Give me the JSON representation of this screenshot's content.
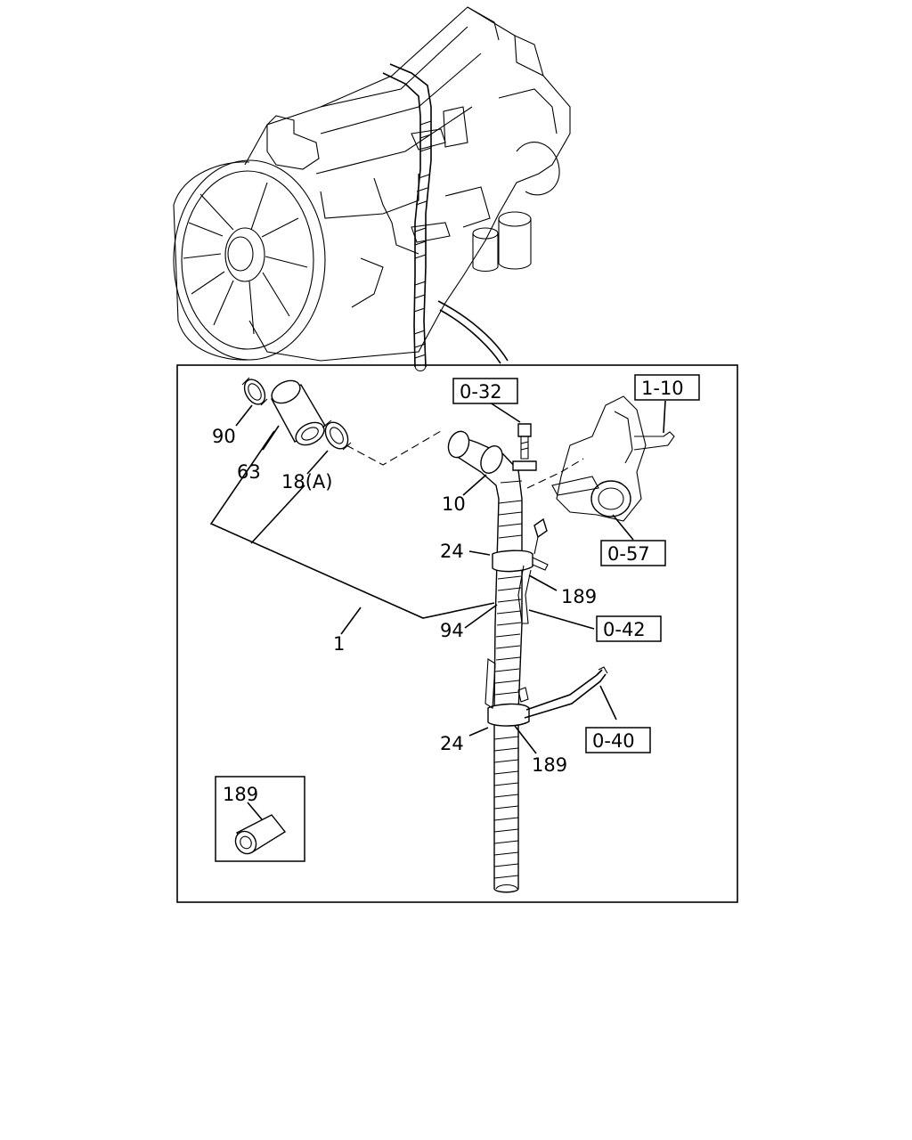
{
  "callouts": {
    "c90": "90",
    "c63": "63",
    "c18a": "18(A)",
    "c10": "10",
    "c1": "1",
    "c24_top": "24",
    "c189_top": "189",
    "c94": "94",
    "c24_bottom": "24",
    "c189_bottom": "189",
    "c189_inset": "189"
  },
  "refs": {
    "r032": "0-32",
    "r110": "1-10",
    "r057": "0-57",
    "r042": "0-42",
    "r040": "0-40"
  }
}
